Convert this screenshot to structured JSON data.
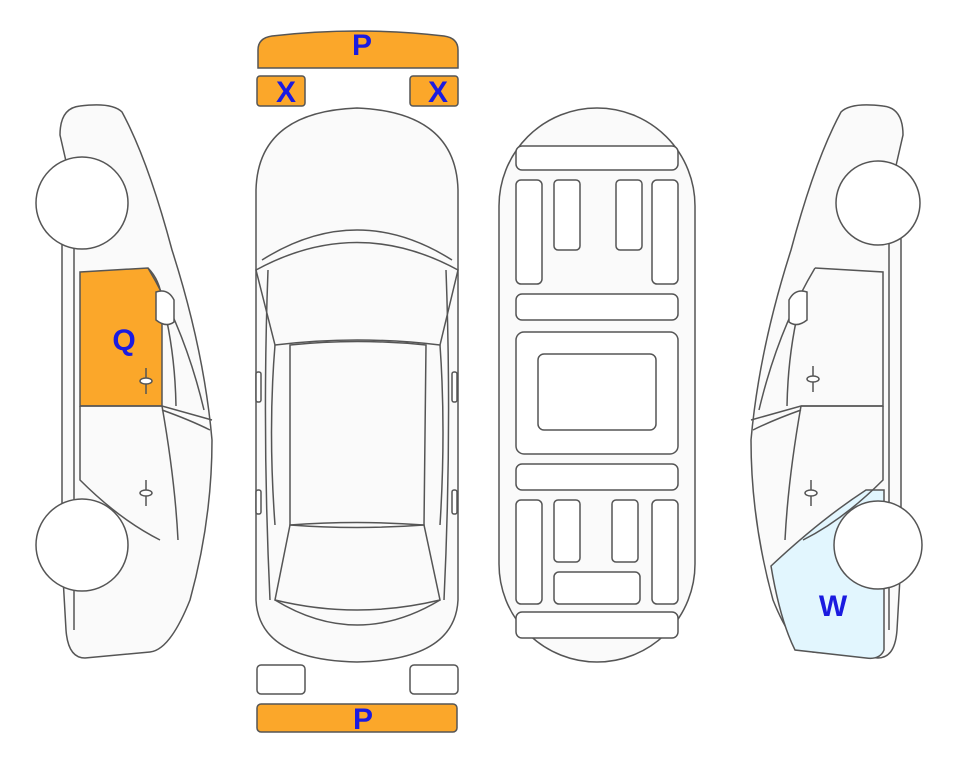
{
  "colors": {
    "damage_orange": "#FBA72A",
    "damage_lightblue": "#E2F6FE",
    "label_blue": "#1B1BE0",
    "outline": "#555555"
  },
  "labels": {
    "front_bumper": "P",
    "front_left_light": "X",
    "front_right_light": "X",
    "rear_bumper": "P",
    "left_front_door": "Q",
    "right_rear_quarter": "W"
  },
  "legend_marks": [
    {
      "part": "front_bumper",
      "code": "P",
      "color": "damage_orange"
    },
    {
      "part": "front_left_light",
      "code": "X",
      "color": "damage_orange"
    },
    {
      "part": "front_right_light",
      "code": "X",
      "color": "damage_orange"
    },
    {
      "part": "rear_bumper",
      "code": "P",
      "color": "damage_orange"
    },
    {
      "part": "left_front_door",
      "code": "Q",
      "color": "damage_orange"
    },
    {
      "part": "right_rear_quarter",
      "code": "W",
      "color": "damage_lightblue"
    }
  ]
}
